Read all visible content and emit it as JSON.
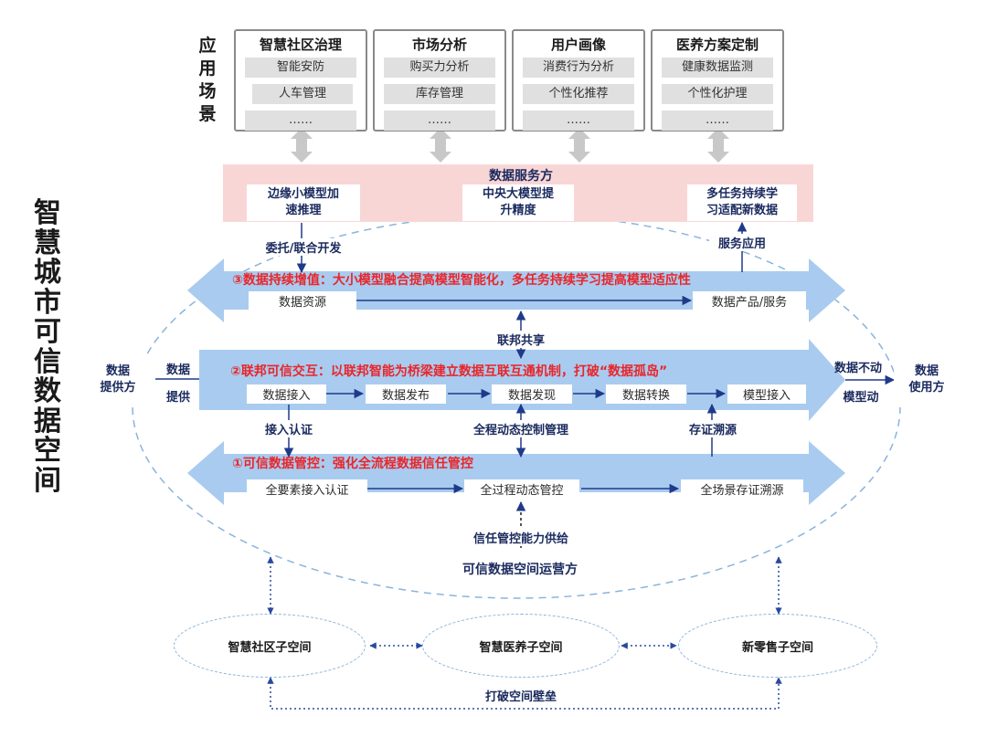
{
  "side_title": [
    "智",
    "慧",
    "城",
    "市",
    "可",
    "信",
    "数",
    "据",
    "空",
    "间"
  ],
  "scenario_label": [
    "应",
    "用",
    "场",
    "景"
  ],
  "scenarios": [
    {
      "title": "智慧社区治理",
      "items": [
        "智能安防",
        "人车管理",
        "……"
      ]
    },
    {
      "title": "市场分析",
      "items": [
        "购买力分析",
        "库存管理",
        "……"
      ]
    },
    {
      "title": "用户画像",
      "items": [
        "消费行为分析",
        "个性化推荐",
        "……"
      ]
    },
    {
      "title": "医养方案定制",
      "items": [
        "健康数据监测",
        "个性化护理",
        "……"
      ]
    }
  ],
  "service": {
    "title": "数据服务方",
    "boxes": [
      "边缘小模型加速推理",
      "中央大模型提升精度",
      "多任务持续学习适配新数据"
    ],
    "box_lines": [
      [
        "边缘小模型加",
        "速推理"
      ],
      [
        "中央大模型提",
        "升精度"
      ],
      [
        "多任务持续学",
        "习适配新数据"
      ]
    ],
    "left_link": "委托/联合开发",
    "right_link": "服务应用"
  },
  "tiers": [
    {
      "heading": "③数据持续增值：大小模型融合提高模型智能化，多任务持续学习提高模型适应性",
      "steps": [
        "数据资源",
        "数据产品/服务"
      ]
    },
    {
      "heading": "②联邦可信交互：以联邦智能为桥梁建立数据互联互通机制，打破“数据孤岛”",
      "steps": [
        "数据接入",
        "数据发布",
        "数据发现",
        "数据转换",
        "模型接入"
      ]
    },
    {
      "heading": "①可信数据管控：强化全流程数据信任管控",
      "steps": [
        "全要素接入认证",
        "全过程动态管控",
        "全场景存证溯源"
      ]
    }
  ],
  "connectors": {
    "federation": "联邦共享",
    "access_auth": "接入认证",
    "dynamic_control": "全程动态控制管理",
    "evidence": "存证溯源",
    "trust_supply": "信任管控能力供给"
  },
  "provider": {
    "label": "数据提供方",
    "lines": [
      "数据",
      "提供方"
    ],
    "action": [
      "数据",
      "提供"
    ]
  },
  "consumer": {
    "label": "数据使用方",
    "lines": [
      "数据",
      "使用方"
    ],
    "action": [
      "数据不动",
      "模型动"
    ]
  },
  "operator": "可信数据空间运营方",
  "subspaces": [
    "智慧社区子空间",
    "智慧医养子空间",
    "新零售子空间"
  ],
  "barrier": "打破空间壁垒",
  "colors": {
    "arrow_band": "#a9cbef",
    "pink": "#f9d6d6",
    "navy": "#1a2a5e",
    "heading_red": "#e8262a",
    "dashed": "#8ab4dc"
  }
}
